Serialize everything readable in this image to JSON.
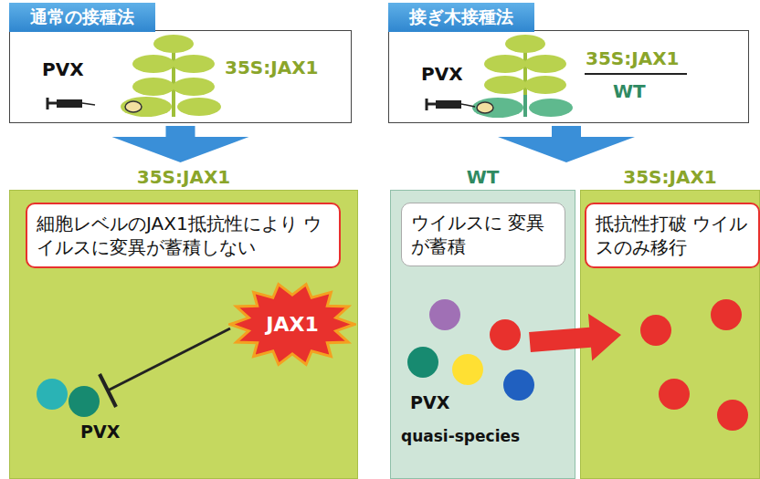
{
  "diagram": {
    "nodes": [
      {
        "text": [
          "通常の接種法"
        ]
      },
      {
        "text": [
          "PVX",
          "35S:JAX1"
        ]
      },
      {
        "text": [
          "接ぎ木接種法"
        ]
      },
      {
        "text": [
          "PVX",
          "35S:JAX1",
          "WT"
        ]
      },
      {
        "text": [
          "35S:JAX1",
          "PVX"
        ]
      },
      {
        "text": [
          "細胞レベルのJAX1抵抗性により ウイルスに変異が蓄積しない"
        ],
        "in": 4
      },
      {
        "text": [
          "JAX1"
        ],
        "in": 4
      },
      {
        "text": [
          "WT",
          "PVX",
          "quasi-species"
        ]
      },
      {
        "text": [
          "ウイルスに 変異が蓄積"
        ],
        "in": 7
      },
      {
        "text": [
          "35S:JAX1"
        ]
      },
      {
        "text": [
          "抵抗性打破 ウイルスのみ移行"
        ],
        "in": 9
      }
    ],
    "edges": [
      {
        "from": 1,
        "to": 4,
        "arrow": "to"
      },
      {
        "from": 3,
        "to": 7,
        "arrow": "to"
      },
      {
        "from": 7,
        "to": 9,
        "arrow": "to"
      }
    ]
  }
}
